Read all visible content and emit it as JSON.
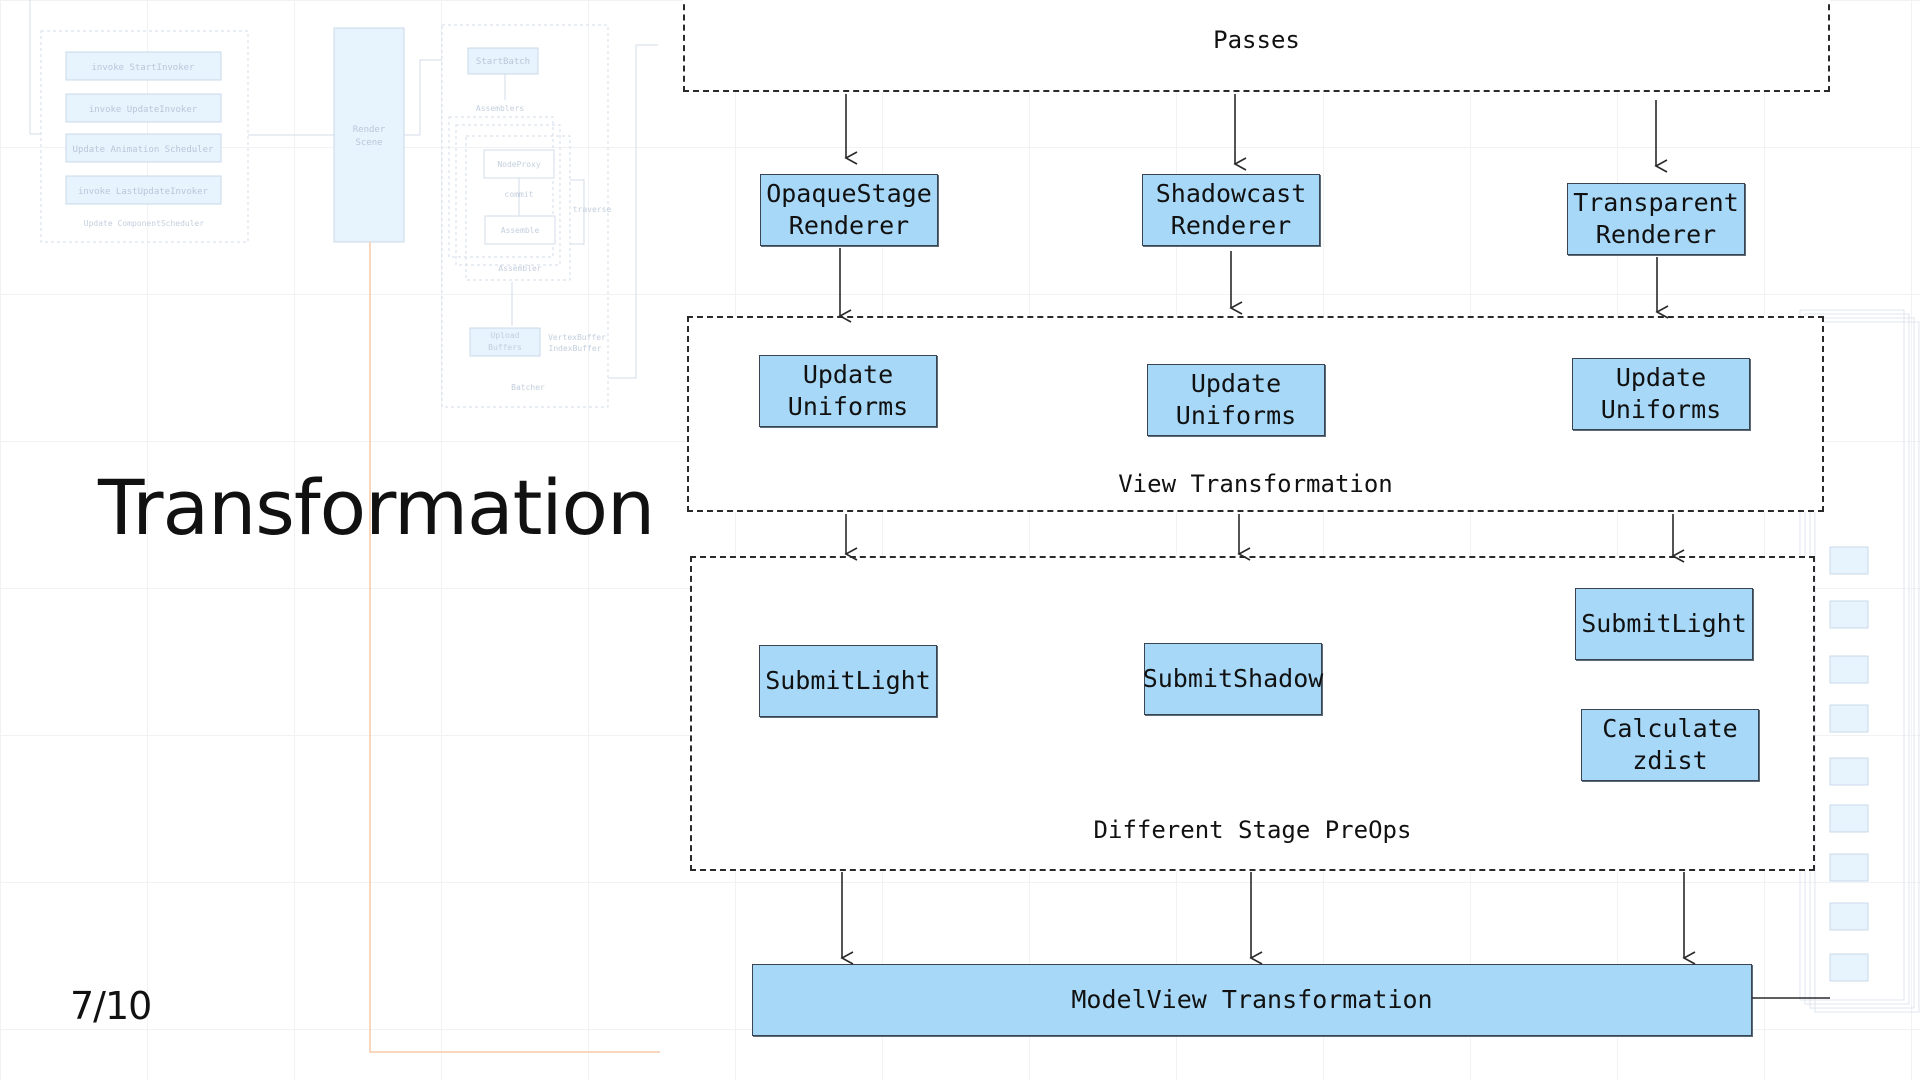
{
  "slide": {
    "title": "Transformation",
    "page_number": "7/10"
  },
  "background_diagram": {
    "component_scheduler": {
      "items": [
        "invoke StartInvoker",
        "invoke UpdateInvoker",
        "Update Animation Scheduler",
        "invoke LastUpdateInvoker"
      ],
      "label": "Update ComponentScheduler"
    },
    "render_scene": "Render\nScene",
    "batcher": {
      "start_batch": "StartBatch",
      "assemblers_label": "Assemblers",
      "node_proxy": "NodeProxy",
      "commit": "commit",
      "traverse": "traverse",
      "assemble": "Assemble",
      "assembler_label": "Assembler",
      "upload_buffers": "Upload\nBuffers",
      "buffers_note": "VertexBuffer\nIndexBuffer",
      "label": "Batcher"
    }
  },
  "diagram": {
    "passes": "Passes",
    "renderers": [
      "OpaqueStage\nRenderer",
      "Shadowcast\nRenderer",
      "Transparent\nRenderer"
    ],
    "view_transformation": {
      "label": "View Transformation",
      "nodes": [
        "Update\nUniforms",
        "Update\nUniforms",
        "Update\nUniforms"
      ]
    },
    "stage_preops": {
      "label": "Different Stage PreOps",
      "nodes": [
        "SubmitLight",
        "SubmitShadow",
        "SubmitLight",
        "Calculate\nzdist"
      ]
    },
    "modelview": "ModelView Transformation"
  },
  "colors": {
    "node_fill": "#a7d8f8",
    "faint_fill": "#e7f3fd",
    "faint_stroke": "#c9d9ea",
    "faint_orange": "#f7c9a8"
  }
}
